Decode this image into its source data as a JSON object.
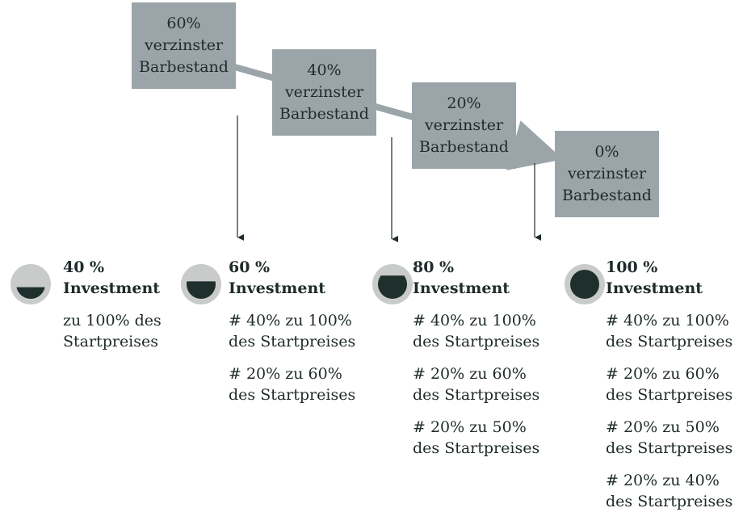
{
  "colors": {
    "box_fill": "#9aa4a9",
    "flow_arrow": "#9aa4a9",
    "circle_empty": "#c9cbcb",
    "circle_fill": "#1f302c",
    "text": "#1f2b2a"
  },
  "cash_boxes": [
    {
      "percent": "60%",
      "line2": "verzinster",
      "line3": "Barbestand"
    },
    {
      "percent": "40%",
      "line2": "verzinster",
      "line3": "Barbestand"
    },
    {
      "percent": "20%",
      "line2": "verzinster",
      "line3": "Barbestand"
    },
    {
      "percent": "0%",
      "line2": "verzinster",
      "line3": "Barbestand"
    }
  ],
  "stages": [
    {
      "title1": "40 %",
      "title2": "Investment",
      "fill_fraction": 0.4,
      "tranches": [
        [
          "zu 100% des",
          "Startpreises"
        ]
      ]
    },
    {
      "title1": "60 %",
      "title2": "Investment",
      "fill_fraction": 0.6,
      "tranches": [
        [
          "# 40% zu 100%",
          "des Startpreises"
        ],
        [
          "# 20% zu 60%",
          "des Startpreises"
        ]
      ]
    },
    {
      "title1": "80 %",
      "title2": "Investment",
      "fill_fraction": 0.8,
      "tranches": [
        [
          "# 40% zu 100%",
          "des Startpreises"
        ],
        [
          "# 20% zu 60%",
          "des Startpreises"
        ],
        [
          "# 20% zu 50%",
          "des Startpreises"
        ]
      ]
    },
    {
      "title1": "100 %",
      "title2": "Investment",
      "fill_fraction": 1.0,
      "tranches": [
        [
          "# 40% zu 100%",
          "des Startpreises"
        ],
        [
          "# 20% zu 60%",
          "des Startpreises"
        ],
        [
          "# 20% zu 50%",
          "des Startpreises"
        ],
        [
          "# 20% zu 40%",
          "des Startpreises"
        ]
      ]
    }
  ]
}
